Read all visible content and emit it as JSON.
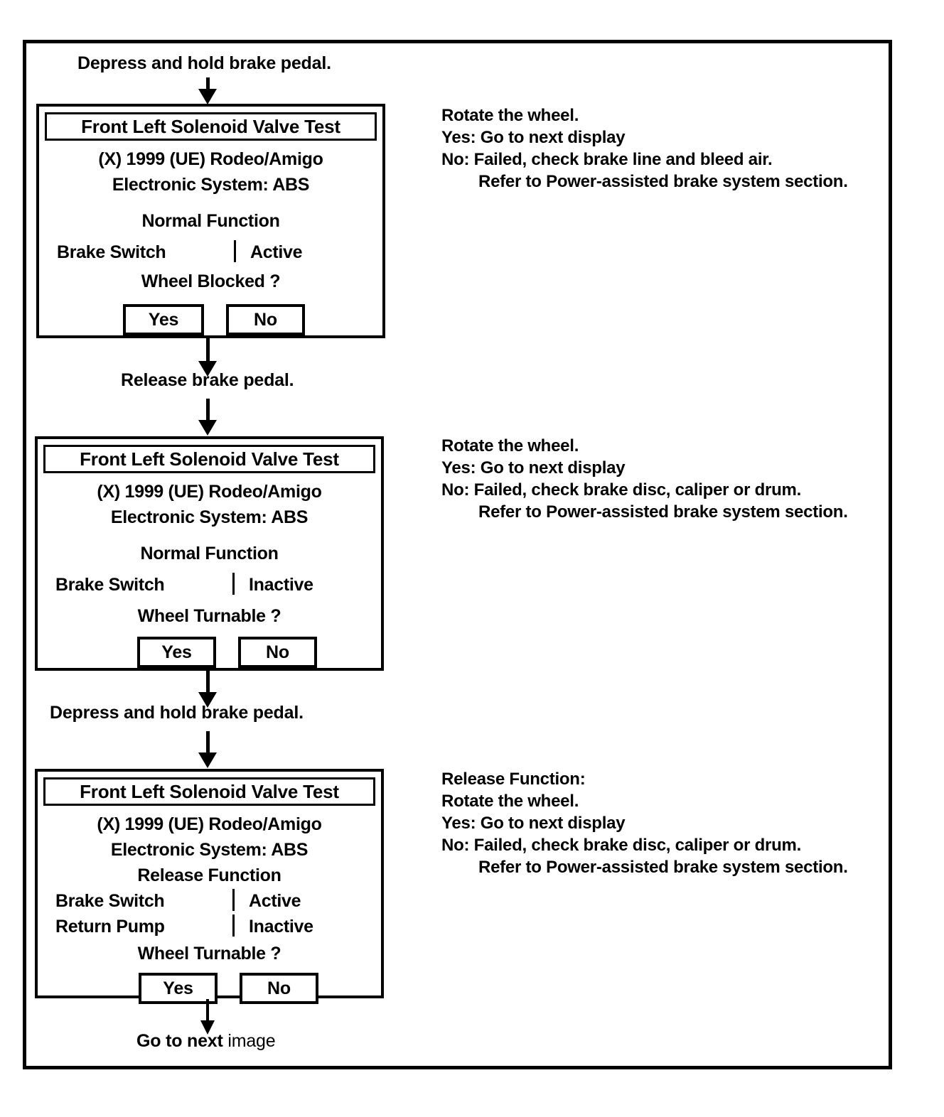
{
  "diagram": {
    "title": "Front Left Solenoid Valve Test flow chart",
    "frame": {
      "border_color": "#000000"
    },
    "flow": {
      "start_caption": "Depress and hold brake pedal.",
      "between_1_2_caption": "Release brake pedal.",
      "between_2_3_caption": "Depress and hold brake pedal.",
      "end_caption_strong": "Go to next",
      "end_caption_weak": "image"
    },
    "panels": [
      {
        "id": "panel-1",
        "title": "Front Left Solenoid Valve Test",
        "vehicle": "(X) 1999  (UE) Rodeo/Amigo",
        "system": "Electronic System: ABS",
        "function": "Normal Function",
        "status_rows": [
          {
            "label": "Brake Switch",
            "value": "Active"
          }
        ],
        "question": "Wheel Blocked ?",
        "buttons": [
          {
            "label": "Yes"
          },
          {
            "label": "No"
          }
        ]
      },
      {
        "id": "panel-2",
        "title": "Front Left Solenoid Valve Test",
        "vehicle": "(X) 1999  (UE) Rodeo/Amigo",
        "system": "Electronic System: ABS",
        "function": "Normal Function",
        "status_rows": [
          {
            "label": "Brake Switch",
            "value": "Inactive"
          }
        ],
        "question": "Wheel Turnable ?",
        "buttons": [
          {
            "label": "Yes"
          },
          {
            "label": "No"
          }
        ]
      },
      {
        "id": "panel-3",
        "title": "Front Left Solenoid Valve Test",
        "vehicle": "(X) 1999  (UE) Rodeo/Amigo",
        "system": "Electronic System: ABS",
        "function": "Release Function",
        "status_rows": [
          {
            "label": "Brake Switch",
            "value": "Active"
          },
          {
            "label": "Return Pump",
            "value": "Inactive"
          }
        ],
        "question": "Wheel Turnable ?",
        "buttons": [
          {
            "label": "Yes"
          },
          {
            "label": "No"
          }
        ]
      }
    ],
    "notes": [
      {
        "id": "note-1",
        "lines": [
          {
            "text": "Rotate the wheel.",
            "indent": false
          },
          {
            "text": "Yes: Go to next display",
            "indent": false
          },
          {
            "text": "No:  Failed, check brake line and bleed air.",
            "indent": false
          },
          {
            "text": "Refer to Power-assisted brake system section.",
            "indent": true
          }
        ]
      },
      {
        "id": "note-2",
        "lines": [
          {
            "text": "Rotate the wheel.",
            "indent": false
          },
          {
            "text": "Yes: Go to next display",
            "indent": false
          },
          {
            "text": "No:  Failed, check brake disc, caliper or drum.",
            "indent": false
          },
          {
            "text": "Refer to Power-assisted brake system section.",
            "indent": true
          }
        ]
      },
      {
        "id": "note-3",
        "lines": [
          {
            "text": "Release Function:",
            "indent": false
          },
          {
            "text": "Rotate the wheel.",
            "indent": false
          },
          {
            "text": "Yes: Go to next display",
            "indent": false
          },
          {
            "text": "No:  Failed, check brake disc, caliper or drum.",
            "indent": false
          },
          {
            "text": "Refer to Power-assisted brake system section.",
            "indent": true
          }
        ]
      }
    ]
  }
}
